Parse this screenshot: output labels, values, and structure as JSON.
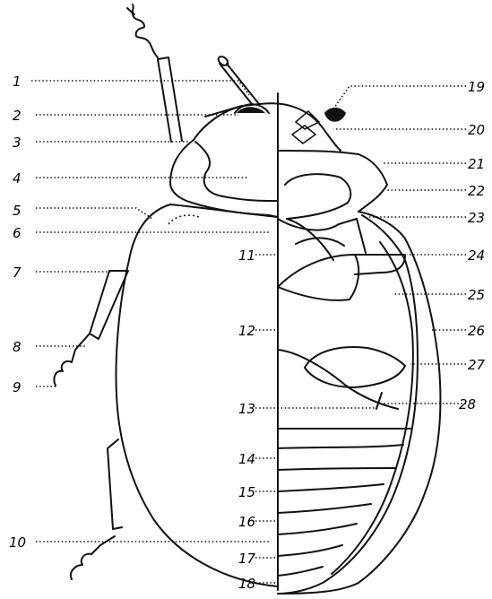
{
  "figure": {
    "labels": [
      "1",
      "2",
      "3",
      "4",
      "5",
      "6",
      "7",
      "8",
      "9",
      "10",
      "11",
      "12",
      "13",
      "14",
      "15",
      "16",
      "17",
      "18",
      "19",
      "20",
      "21",
      "22",
      "23",
      "24",
      "25",
      "26",
      "27",
      "28"
    ]
  }
}
